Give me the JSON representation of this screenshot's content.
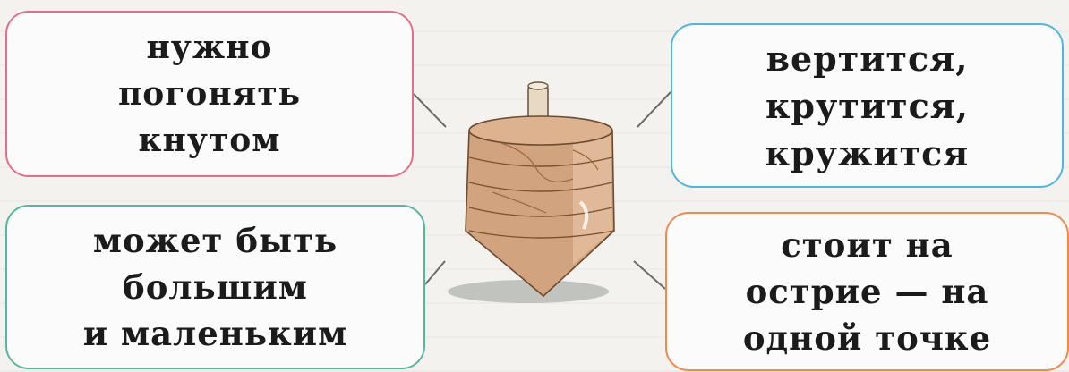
{
  "boxes": {
    "top_left": {
      "lines": [
        "нужно",
        "погонять",
        "кнутом"
      ],
      "border_color": "#e46f8a"
    },
    "top_right": {
      "lines": [
        "вертится,",
        "крутится,",
        "кружится"
      ],
      "border_color": "#4fb8da"
    },
    "bottom_left": {
      "lines": [
        "может быть",
        "большим",
        "и маленьким"
      ],
      "border_color": "#52b99f"
    },
    "bottom_right": {
      "lines": [
        "стоит на",
        "острие — на",
        "одной точке"
      ],
      "border_color": "#ef8a4f"
    }
  },
  "illustration": {
    "icon": "spinning-top-icon",
    "body_color": "#d1a37e",
    "shadow_color": "#b4b7b1"
  }
}
